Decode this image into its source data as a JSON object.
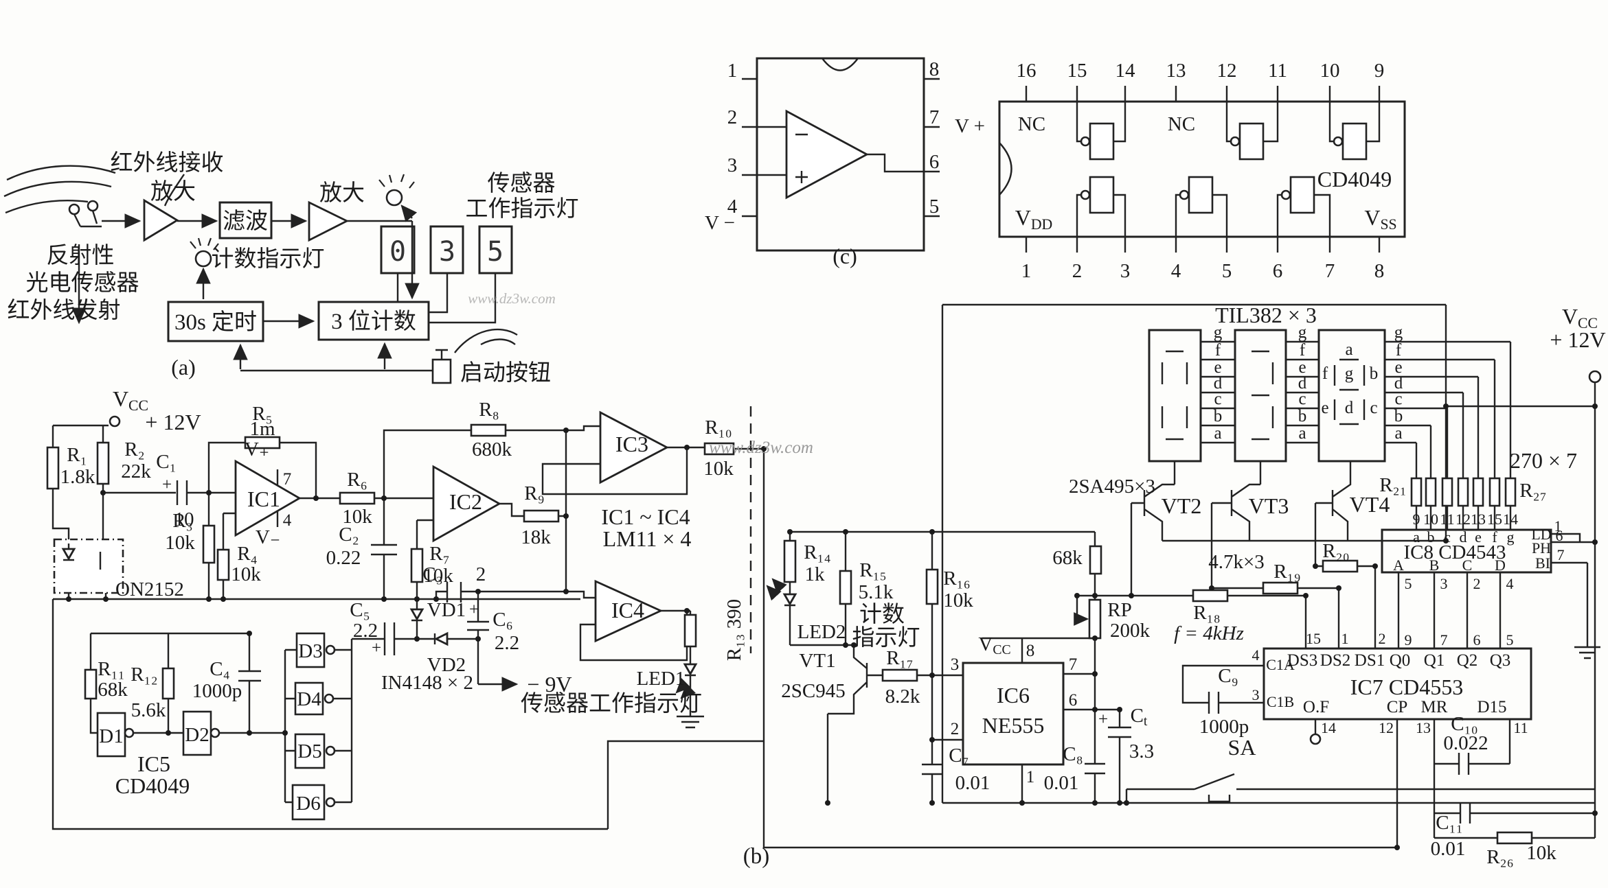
{
  "a": {
    "tag": "(a)",
    "rx": "红外线接收",
    "amp1": "放大",
    "amp2": "放大",
    "filt": "滤波",
    "refl1": "反射性",
    "refl2": "光电传感器",
    "refl3": "红外线发射",
    "cntlamp": "计数指示灯",
    "sen1": "传感器",
    "sen2": "工作指示灯",
    "timer": "30s 定时",
    "counter": "3 位计数",
    "start": "启动按钮",
    "digits": [
      "0",
      "3",
      "5"
    ]
  },
  "c": {
    "tag": "(c)",
    "op": {
      "pl": [
        "1",
        "2",
        "3",
        "4"
      ],
      "pr": [
        "8",
        "7",
        "6",
        "5"
      ],
      "vp": "V +",
      "vm": "V −"
    },
    "cd": {
      "top": [
        "16",
        "15",
        "14",
        "13",
        "12",
        "11",
        "10",
        "9"
      ],
      "bot": [
        "1",
        "2",
        "3",
        "4",
        "5",
        "6",
        "7",
        "8"
      ],
      "nc1": "NC",
      "nc2": "NC",
      "v1": "V",
      "v1s": "DD",
      "v2": "V",
      "v2s": "SS",
      "name": "CD4049"
    }
  },
  "b": {
    "tag": "(b)",
    "wm1": "www.dz3w.com",
    "wm2": "www.dz3w.com",
    "left": {
      "vcc": "V",
      "vccs": "CC",
      "v12": "+ 12V",
      "r1": "R₁",
      "r1v": "1.8k",
      "r2": "R₂",
      "r2v": "22k",
      "c1": "C₁",
      "c1p": "+",
      "c1v": "10",
      "r3": "R₃",
      "r3v": "10k",
      "r4": "R₄",
      "r4v": "10k",
      "r5": "R₅",
      "r5v": "1m",
      "vp": "V₊",
      "vm": "V₋",
      "p7": "7",
      "p4": "4",
      "ic1": "IC1",
      "on2152": "ON2152",
      "r6": "R₆",
      "r6v": "10k",
      "c2": "C₂",
      "c2v": "0.22",
      "ic2": "IC2",
      "r7": "R₇",
      "r7v": "10k",
      "r8": "R₈",
      "r8v": "680k",
      "r9": "R₉",
      "r9v": "18k",
      "c3": "C₃",
      "c3v": "2",
      "ic3": "IC3",
      "r10": "R₁₀",
      "r10v": "10k",
      "lm": "IC1 ~ IC4",
      "lm2": "LM11 × 4",
      "ic4": "IC4",
      "c5": "C₅",
      "c5v": "2.2",
      "c5p": "+",
      "vd1": "VD1",
      "c6p": "+",
      "c6": "C₆",
      "c6v": "2.2",
      "vd2": "VD2",
      "in4148": "IN4148 × 2",
      "neg9": "− 9V",
      "senwork": "传感器工作指示灯",
      "led1": "LED1",
      "r13": "R₁₃ 390",
      "r11": "R₁₁",
      "r11v": "68k",
      "r12": "R₁₂",
      "r12v": "5.6k",
      "c4": "C₄",
      "c4v": "1000p",
      "d1": "D1",
      "d2": "D2",
      "d3": "D3",
      "d4": "D4",
      "d5": "D5",
      "d6": "D6",
      "ic5": "IC5",
      "cd4049": "CD4049"
    },
    "right": {
      "til": "TIL382 × 3",
      "segs": [
        "g",
        "f",
        "e",
        "d",
        "c",
        "b",
        "a"
      ],
      "s3a": "a",
      "s3f": "f",
      "s3g": "g",
      "s3b": "b",
      "s3e": "e",
      "s3d": "d",
      "s3c": "c",
      "sa495": "2SA495×3",
      "vt2": "VT2",
      "vt3": "VT3",
      "vt4": "VT4",
      "vcc": "V",
      "vccs": "CC",
      "v12": "+ 12V",
      "x270": "270 × 7",
      "r21": "R₂₁",
      "r27": "R₂₇",
      "ic8": "IC8 CD4543",
      "ic8letters": [
        "a",
        "b",
        "c",
        "d",
        "e",
        "f",
        "g"
      ],
      "ic8pins": [
        "9",
        "10",
        "11",
        "12",
        "13",
        "15",
        "14"
      ],
      "ld": "LD",
      "ph": "PH",
      "bi": "BI",
      "p1": "1",
      "p6": "6",
      "p7": "7",
      "abcd": [
        "A",
        "B",
        "C",
        "D"
      ],
      "abcdpins": [
        "5",
        "3",
        "2",
        "4"
      ],
      "qpins": [
        "9",
        "7",
        "6",
        "5"
      ],
      "ic7": "IC7 CD4553",
      "ds3": "DS3",
      "ds2": "DS2",
      "ds1": "DS1",
      "q0": "Q0",
      "q1": "Q1",
      "q2": "Q2",
      "q3": "Q3",
      "c1a": "C1A",
      "c1b": "C1B",
      "p4c": "4",
      "p3c": "3",
      "p15": "15",
      "p1b": "1",
      "p2b": "2",
      "of": "O.F",
      "cp": "CP",
      "mr": "MR",
      "d15": "D15",
      "p14": "14",
      "p12": "12",
      "p13": "13",
      "p11": "11",
      "c9": "C₉",
      "c9v": "1000p",
      "c10": "C₁₀",
      "c10v": "0.022",
      "c11": "C₁₁",
      "c11v": "0.01",
      "r26": "R₂₆",
      "r26v": "10k",
      "sa": "SA",
      "ctp": "+",
      "ct": "C",
      "cts": "t",
      "ctv": "3.3",
      "k68": "68k",
      "rp": "RP",
      "rpv": "200k",
      "k47": "4.7k×3",
      "r19": "R₁₉",
      "r18": "R₁₈",
      "r20": "R₂₀",
      "f4": "f = 4kHz",
      "r14": "R₁₄",
      "r14v": "1k",
      "led2": "LED2",
      "r15": "R₁₅",
      "r15v": "5.1k",
      "cnt1": "计数",
      "cnt2": "指示灯",
      "r16": "R₁₆",
      "r16v": "10k",
      "vt1": "VT1",
      "sc945": "2SC945",
      "r17": "R₁₇",
      "r17v": "8.2k",
      "ic6": "IC6",
      "ne555": "NE555",
      "n3": "3",
      "n2": "2",
      "n8": "8",
      "n7": "7",
      "n6": "6",
      "n1": "1",
      "vcc555": "V",
      "vcc555s": "CC",
      "c7": "C₇",
      "c7v": "0.01",
      "c8": "C₈",
      "c8v": "0.01"
    }
  }
}
